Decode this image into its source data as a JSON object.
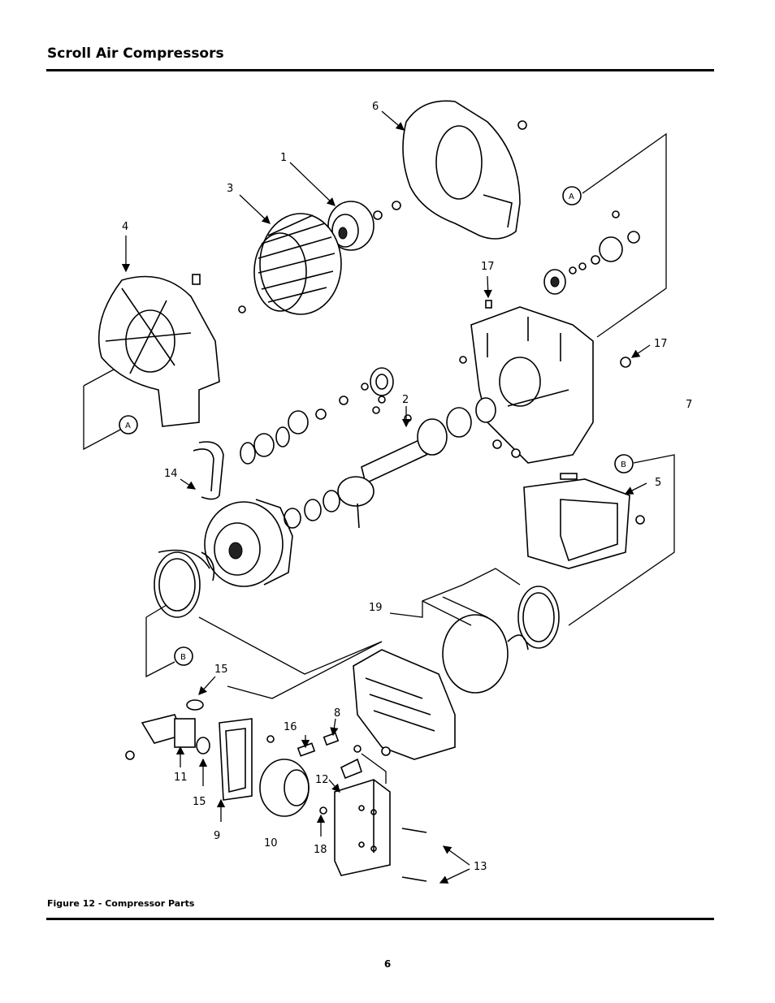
{
  "header": {
    "title": "Scroll Air Compressors"
  },
  "figure": {
    "caption": "Figure 12 - Compressor Parts",
    "callouts": [
      "1",
      "2",
      "3",
      "4",
      "5",
      "6",
      "7",
      "8",
      "9",
      "10",
      "11",
      "12",
      "13",
      "14",
      "15",
      "15",
      "16",
      "17",
      "17",
      "18",
      "19"
    ],
    "bubbles": [
      "A",
      "A",
      "B",
      "B"
    ]
  },
  "footer": {
    "page_number": "6"
  }
}
